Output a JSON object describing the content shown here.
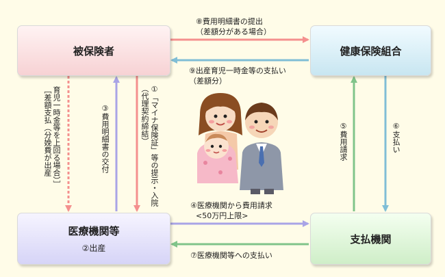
{
  "boxes": {
    "insured": "被保険者",
    "union": "健康保険組合",
    "medical": "医療機関等",
    "medical_sub": "②出産",
    "payer": "支払機関"
  },
  "labels": {
    "l8_line1": "⑧費用明細書の提出",
    "l8_line2": "（差額分がある場合）",
    "l9_line1": "⑨出産育児一時金等の支払い",
    "l9_line2": "（差額分）",
    "l4_line1": "④医療機関から費用請求",
    "l4_line2": "<50万円上限>",
    "l7": "⑦医療機関等への支払い",
    "v_diff_col1": "［差額支払（分娩費が出産",
    "v_diff_col2": "育児一時金等を上回る場合）］",
    "v3": "③費用明細書の交付",
    "v1_col1": "①「マイナ保険証」等の提示・入院",
    "v1_col2": "（代理契約締結）",
    "v5": "⑤費用請求",
    "v6": "⑥支払い"
  },
  "colors": {
    "pink_arrow": "#f4908e",
    "blue_arrow": "#80bed6",
    "purple_arrow": "#a9a4e6",
    "green_arrow": "#80c48a"
  },
  "illustration": "family-illustration"
}
